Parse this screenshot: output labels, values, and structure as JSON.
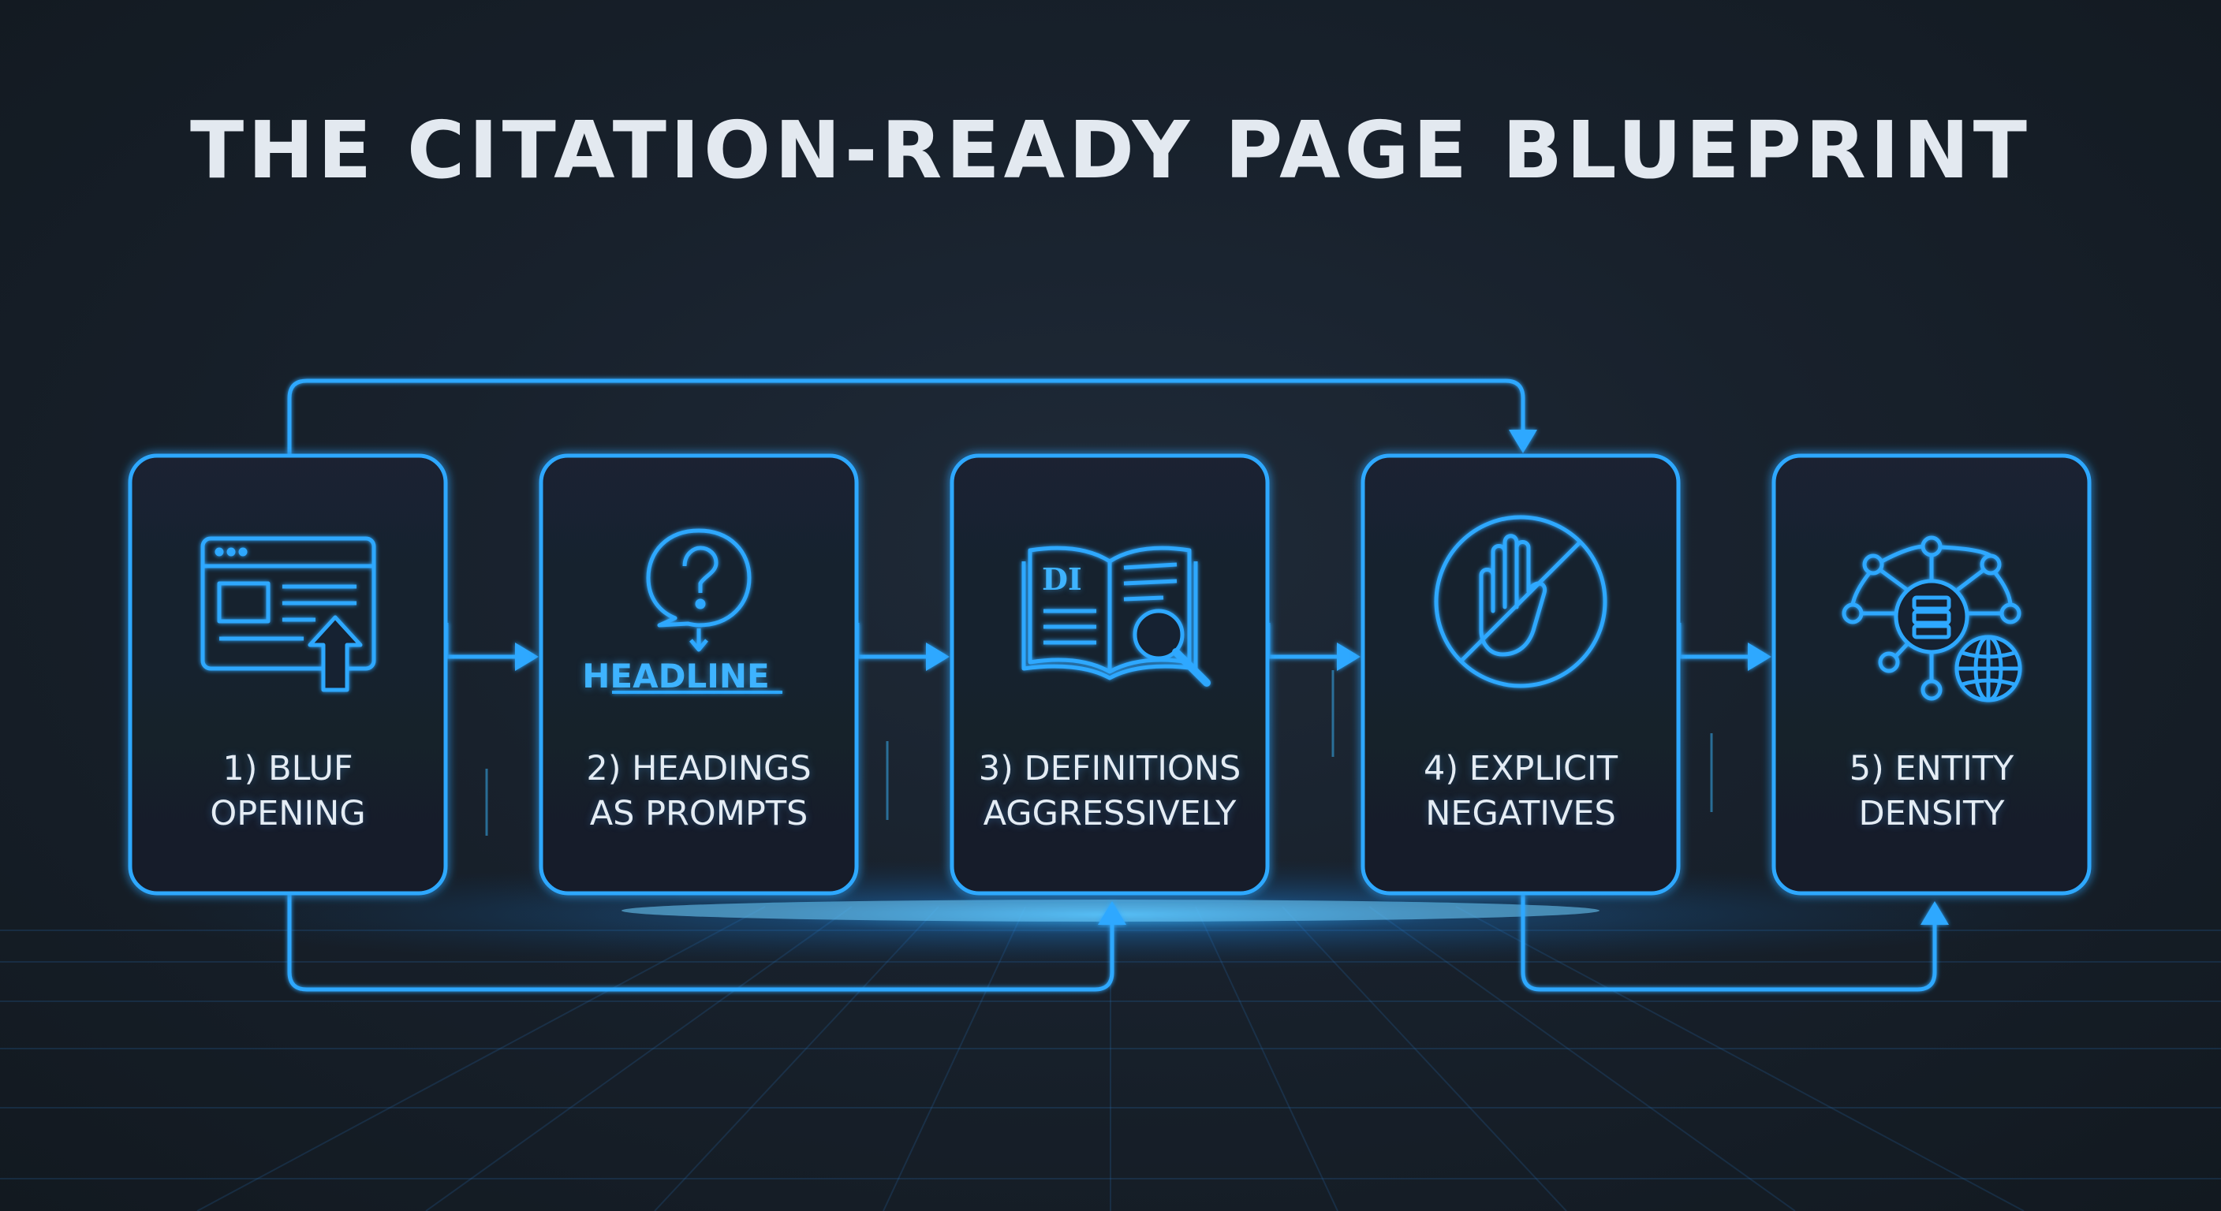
{
  "title": "THE CITATION-READY PAGE BLUEPRINT",
  "steps": [
    {
      "line1": "1) BLUF",
      "line2": "OPENING",
      "icon": "browser-window-upload-icon"
    },
    {
      "line1": "2) HEADINGS",
      "line2": "AS PROMPTS",
      "icon": "question-bubble-icon",
      "icon_text": "HEADLINE"
    },
    {
      "line1": "3) DEFINITIONS",
      "line2": "AGGRESSIVELY",
      "icon": "open-book-magnifier-icon",
      "icon_text": "DI"
    },
    {
      "line1": "4) EXPLICIT",
      "line2": "NEGATIVES",
      "icon": "prohibited-hand-icon"
    },
    {
      "line1": "5) ENTITY",
      "line2": "DENSITY",
      "icon": "entity-network-globe-icon"
    }
  ],
  "colors": {
    "accent": "#2ea8ff",
    "glow": "#1f8fff",
    "background": "#18212c",
    "title": "#e3e9f0",
    "label": "#e4ecf4"
  }
}
